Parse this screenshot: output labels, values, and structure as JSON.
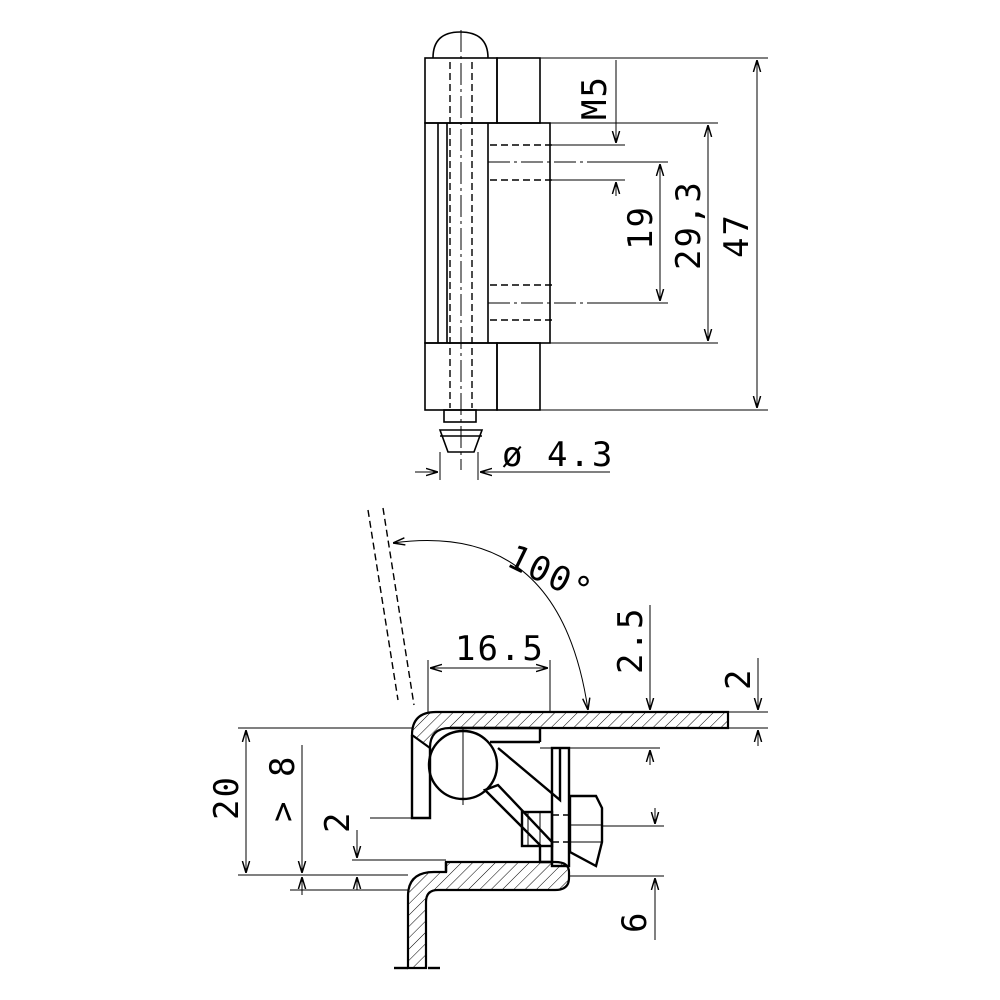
{
  "dimensions": {
    "m5": "M5",
    "d19": "19",
    "d29_3": "29,3",
    "d47": "47",
    "dia": "ø 4.3",
    "angle": "100°",
    "d16_5": "16.5",
    "d2_5": "2.5",
    "d2_top": "2",
    "d20": "20",
    "d8": "> 8",
    "d2_left": "2",
    "d6": "6"
  }
}
